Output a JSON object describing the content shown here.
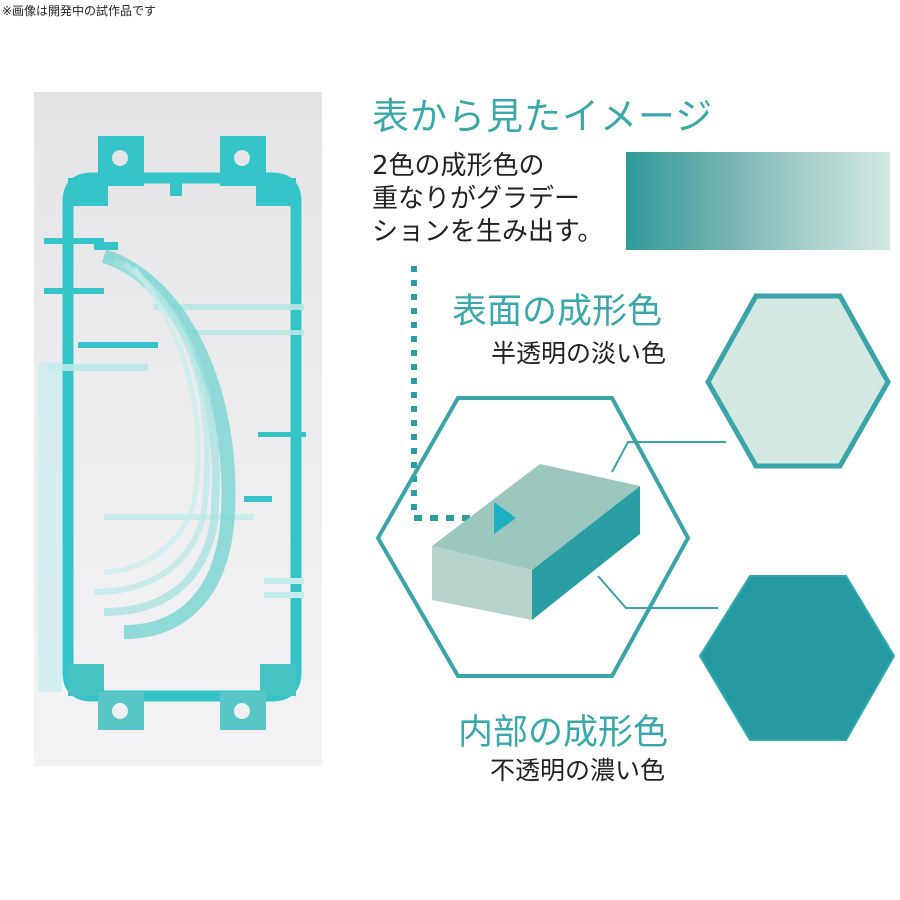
{
  "header": {
    "note": "※画像は開発中の試作品です"
  },
  "photo": {
    "description": "Clear teal runner frame holding translucent curved parts",
    "frame_color": "#35c4c8",
    "part_color": "#7fd6d3",
    "background_color": "#e8e8ea"
  },
  "front_view": {
    "title": "表から見たイメージ",
    "description_lines": [
      "2色の成形色の",
      "重なりがグラデー",
      "ションを生み出す。"
    ],
    "gradient": {
      "start_color": "#2f9a9b",
      "end_color": "#d3e8e3"
    }
  },
  "surface_layer": {
    "title": "表面の成形色",
    "subtitle": "半透明の淡い色",
    "hex_fill": "#d3e8e2",
    "hex_stroke": "#3aa4a8"
  },
  "inner_layer": {
    "title": "内部の成形色",
    "subtitle": "不透明の濃い色",
    "hex_fill": "#259aa0"
  },
  "diagram": {
    "accent_color": "#3aa4a8",
    "arrow_color": "#1fb0bf",
    "block_top_color": "#8fc0b7",
    "block_front_color": "#b6d4cc",
    "block_side_color": "#2a9ea2"
  }
}
